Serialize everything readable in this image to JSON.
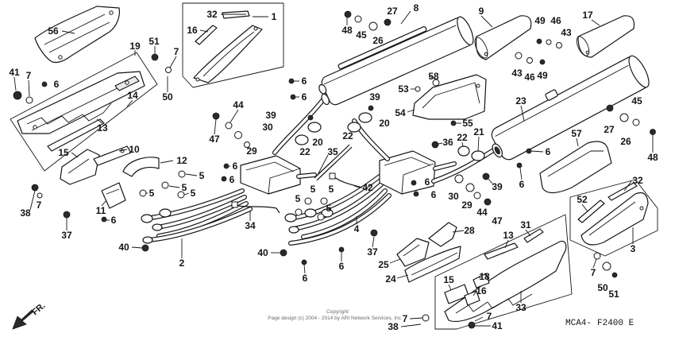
{
  "figure": {
    "code_prefix": "MCA4-",
    "code": "F2400 E",
    "direction_label": "FR.",
    "copyright_line1": "Copyright",
    "copyright_line2": "Page design (c) 2004 - 2014 by ARI Network Services, Inc."
  },
  "callouts": [
    "56",
    "32",
    "1",
    "16",
    "19",
    "51",
    "7",
    "41",
    "7",
    "6",
    "14",
    "50",
    "13",
    "15",
    "10",
    "12",
    "5",
    "6",
    "6",
    "5",
    "5",
    "5",
    "11",
    "6",
    "38",
    "7",
    "37",
    "40",
    "2",
    "34",
    "40",
    "6",
    "6",
    "4",
    "5",
    "5",
    "5",
    "5",
    "42",
    "35",
    "6",
    "6",
    "44",
    "39",
    "30",
    "47",
    "29",
    "22",
    "20",
    "39",
    "20",
    "22",
    "48",
    "45",
    "26",
    "27",
    "8",
    "58",
    "53",
    "54",
    "55",
    "36",
    "22",
    "21",
    "9",
    "49",
    "46",
    "43",
    "17",
    "43",
    "46",
    "49",
    "23",
    "45",
    "27",
    "26",
    "48",
    "57",
    "6",
    "6",
    "6",
    "6",
    "39",
    "30",
    "29",
    "44",
    "47",
    "52",
    "32",
    "3",
    "28",
    "31",
    "13",
    "37",
    "25",
    "24",
    "15",
    "18",
    "16",
    "7",
    "50",
    "51",
    "33",
    "7",
    "38",
    "7",
    "41"
  ]
}
